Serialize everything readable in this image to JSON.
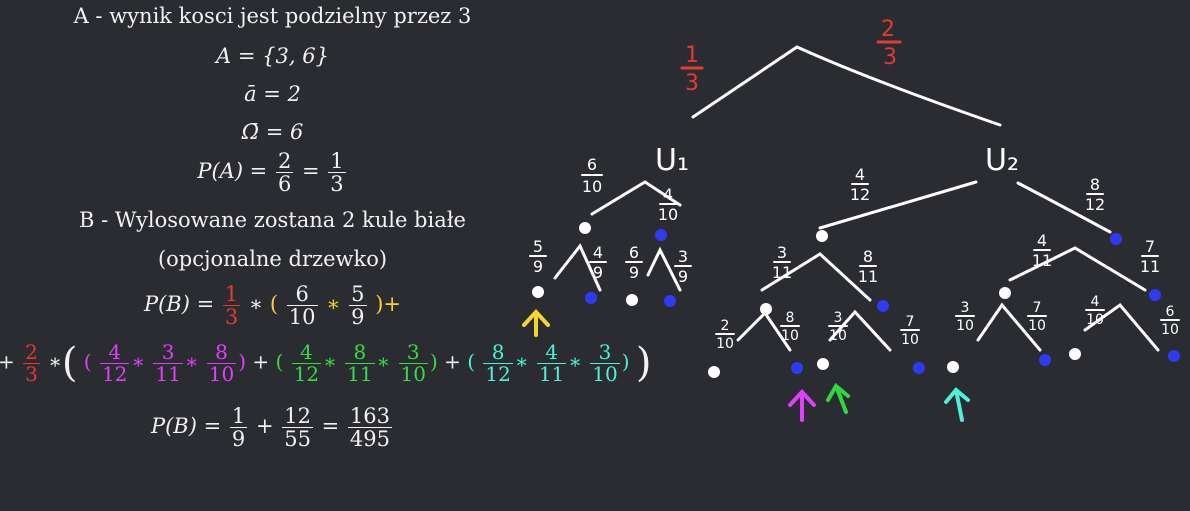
{
  "math": {
    "line1": "A - wynik kosci jest podzielny przez 3",
    "setA": "A = {3, 6}",
    "a_count": "ā = 2",
    "omega_count": "Ω̄ = 6",
    "pa_left": "P(A) =",
    "pa_f1": [
      "2",
      "6"
    ],
    "pa_f2": [
      "1",
      "3"
    ],
    "lineB": "B - Wylosowane zostana 2 kule białe",
    "optional": "(opcjonalne drzewko)",
    "pb_left": "P(B) =",
    "pb_t1": [
      "1",
      "3"
    ],
    "pb_t1a": [
      "6",
      "10"
    ],
    "pb_t1b": [
      "5",
      "9"
    ],
    "pb_t2": [
      "2",
      "3"
    ],
    "pb_m": [
      [
        "4",
        "12"
      ],
      [
        "3",
        "11"
      ],
      [
        "8",
        "10"
      ]
    ],
    "pb_g": [
      [
        "4",
        "12"
      ],
      [
        "8",
        "11"
      ],
      [
        "3",
        "10"
      ]
    ],
    "pb_c": [
      [
        "8",
        "12"
      ],
      [
        "4",
        "11"
      ],
      [
        "3",
        "10"
      ]
    ],
    "res_left": "P(B) =",
    "res_f1": [
      "1",
      "9"
    ],
    "res_f2": [
      "12",
      "55"
    ],
    "res_f3": [
      "163",
      "495"
    ]
  },
  "tree": {
    "root_left": [
      "1",
      "3"
    ],
    "root_right": [
      "2",
      "3"
    ],
    "u1": "U₁",
    "u2": "U₂",
    "u1_left": [
      "6",
      "10"
    ],
    "u1_right": [
      "4",
      "10"
    ],
    "u1_ll": [
      "5",
      "9"
    ],
    "u1_lr": [
      "4",
      "9"
    ],
    "u1_rl": [
      "6",
      "9"
    ],
    "u1_rr": [
      "3",
      "9"
    ],
    "u2_left": [
      "4",
      "12"
    ],
    "u2_right": [
      "8",
      "12"
    ],
    "a_left": [
      "3",
      "11"
    ],
    "a_right": [
      "8",
      "11"
    ],
    "b_left": [
      "4",
      "11"
    ],
    "b_right": [
      "7",
      "11"
    ],
    "c1": [
      "2",
      "10"
    ],
    "c2": [
      "8",
      "10"
    ],
    "c3": [
      "3",
      "10"
    ],
    "c4": [
      "7",
      "10"
    ],
    "c5": [
      "3",
      "10"
    ],
    "c6": [
      "7",
      "10"
    ],
    "c7": [
      "4",
      "10"
    ],
    "c8": [
      "6",
      "10"
    ],
    "colors": {
      "blue": "#2f3af5",
      "white": "#ffffff",
      "red": "#e53935",
      "yellow": "#f6d32d",
      "magenta": "#e040fb",
      "green": "#2fd83d",
      "cyan": "#4ef0d8"
    }
  }
}
